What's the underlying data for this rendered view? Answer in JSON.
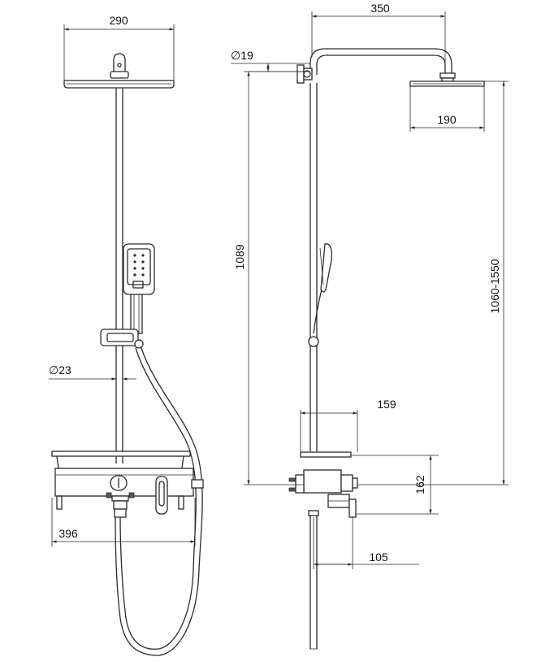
{
  "front_view": {
    "head_width": "290",
    "pipe_diameter": "∅23",
    "mixer_width": "396"
  },
  "side_view": {
    "arm_length": "350",
    "wall_pipe_diameter": "∅19",
    "head_width": "190",
    "height_1089": "1089",
    "height_range": "1060-1550",
    "shelf_depth": "159",
    "mixer_height": "162",
    "spout_projection": "105"
  }
}
